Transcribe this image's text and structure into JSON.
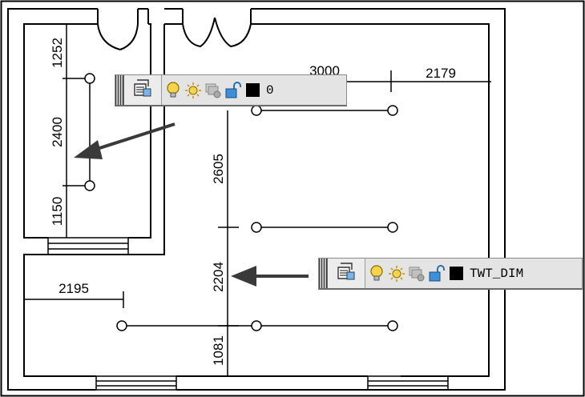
{
  "dimensions": {
    "d1252": "1252",
    "d2400": "2400",
    "d1150": "1150",
    "d3000": "3000",
    "d2179": "2179",
    "d2605": "2605",
    "d2204": "2204",
    "d2195": "2195",
    "d1081": "1081"
  },
  "toolbars": [
    {
      "layer_name": "0",
      "icons": [
        "layer-properties-icon",
        "bulb-on-icon",
        "sun-icon",
        "freeze-viewport-icon",
        "unlock-icon"
      ],
      "color": "#000000"
    },
    {
      "layer_name": "TWT_DIM",
      "icons": [
        "layer-properties-icon",
        "bulb-on-icon",
        "sun-icon",
        "freeze-viewport-icon",
        "unlock-icon"
      ],
      "color": "#000000"
    }
  ],
  "colors": {
    "lines": "#000000",
    "arrow": "#3a3a3a",
    "toolbar_bg": "#e4e4e4",
    "bulb": "#f5d34a"
  }
}
